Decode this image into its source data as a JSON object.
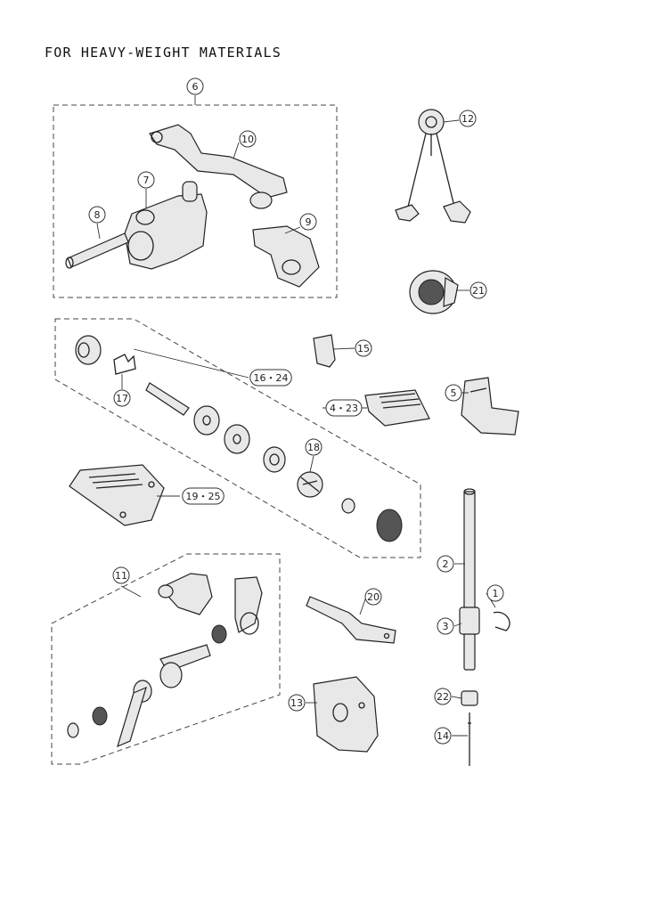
{
  "title": "FOR HEAVY-WEIGHT MATERIALS",
  "callouts": [
    {
      "id": "c6",
      "label": "6"
    },
    {
      "id": "c10",
      "label": "10"
    },
    {
      "id": "c7",
      "label": "7"
    },
    {
      "id": "c8",
      "label": "8"
    },
    {
      "id": "c9",
      "label": "9"
    },
    {
      "id": "c12",
      "label": "12"
    },
    {
      "id": "c21",
      "label": "21"
    },
    {
      "id": "c15",
      "label": "15"
    },
    {
      "id": "c16",
      "label": "16・24"
    },
    {
      "id": "c17",
      "label": "17"
    },
    {
      "id": "c4",
      "label": "4・23"
    },
    {
      "id": "c5",
      "label": "5"
    },
    {
      "id": "c18",
      "label": "18"
    },
    {
      "id": "c19",
      "label": "19・25"
    },
    {
      "id": "c2",
      "label": "2"
    },
    {
      "id": "c11",
      "label": "11"
    },
    {
      "id": "c20",
      "label": "20"
    },
    {
      "id": "c1",
      "label": "1"
    },
    {
      "id": "c3",
      "label": "3"
    },
    {
      "id": "c13",
      "label": "13"
    },
    {
      "id": "c22",
      "label": "22"
    },
    {
      "id": "c14",
      "label": "14"
    }
  ]
}
